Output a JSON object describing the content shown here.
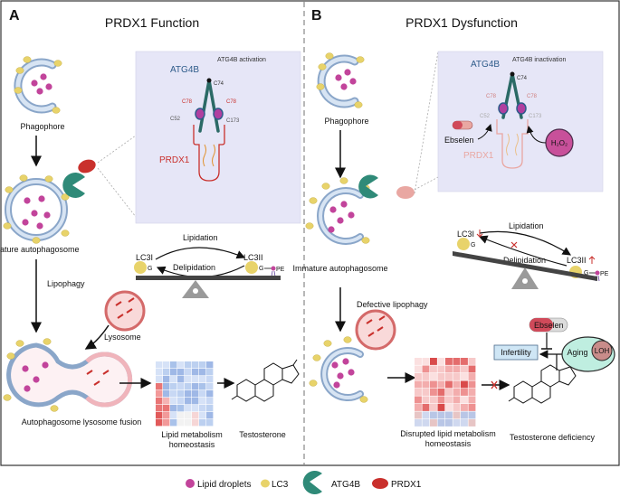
{
  "colors": {
    "lipid": "#c2449b",
    "lc3": "#e8d36a",
    "atg4b": "#2f8a78",
    "prdx1": "#c9302c",
    "prdx1_inactive": "#e9a7a2",
    "inset_bg": "#e6e6f7",
    "membrane": "#b9cfe8",
    "lysosome": "#f3c4c4"
  },
  "panel_a": {
    "letter": "A",
    "title": "PRDX1 Function",
    "phagophore": "Phagophore",
    "mature": "Mature autophagosome",
    "lipophagy": "Lipophagy",
    "lysosome": "Lysosome",
    "fusion": "Autophagosome lysosome fusion",
    "lipid_line1": "Lipid metabolism",
    "lipid_line2": "homeostasis",
    "testosterone": "Testosterone",
    "lipidation": "Lipidation",
    "delipidation": "Delipidation",
    "lc3i": "LC3I",
    "lc3ii": "LC3II",
    "g": "G",
    "pe": "PE",
    "inset": {
      "activation": "ATG4B activation",
      "atg4b": "ATG4B",
      "prdx1": "PRDX1",
      "c74": "C74",
      "c78a": "C78",
      "c78b": "C78",
      "c52": "C52",
      "c173": "C173"
    }
  },
  "panel_b": {
    "letter": "B",
    "title": "PRDX1  Dysfunction",
    "phagophore": "Phagophore",
    "immature": "Immature autophagosome",
    "defective": "Defective lipophagy",
    "disrupted_line1": "Disrupted lipid metabolism",
    "disrupted_line2": "homeostasis",
    "deficiency": "Testosterone deficiency",
    "lipidation": "Lipidation",
    "delipidation": "Delipidation",
    "lc3i": "LC3I",
    "lc3ii": "LC3II",
    "g": "G",
    "pe": "PE",
    "ebselen_inset": "Ebselen",
    "ebselen": "Ebselen",
    "h2o2": "H₂O₂",
    "infertility": "Infertility",
    "aging": "Aging",
    "loh": "LOH",
    "inset": {
      "inactivation": "ATG4B inactivation",
      "atg4b": "ATG4B",
      "prdx1": "PRDX1",
      "c74": "C74",
      "c78a": "C78",
      "c78b": "C78",
      "c52": "C52",
      "c173": "C173"
    }
  },
  "legend": {
    "lipid": "Lipid droplets",
    "lc3": "LC3",
    "atg4b": "ATG4B",
    "prdx1": "PRDX1"
  }
}
